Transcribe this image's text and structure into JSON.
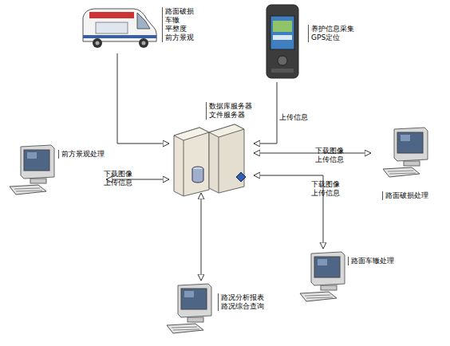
{
  "diagram": {
    "nodes": [
      {
        "text": [
          "路面破损 车辙 平整度 前方景观"
        ]
      },
      {
        "text": [
          "养护信息采集 GPS定位"
        ]
      },
      {
        "text": [
          "数据库服务器 文件服务器"
        ]
      },
      {
        "text": [
          "前方景观处理"
        ]
      },
      {
        "text": [
          "路面破损处理"
        ]
      },
      {
        "text": [
          "路面车辙处理"
        ]
      },
      {
        "text": [
          "路况分析报表 路况综合查询"
        ]
      }
    ],
    "edges": [
      {
        "from": 0,
        "to": 2,
        "arrow": "to"
      },
      {
        "from": 1,
        "to": 2,
        "label": "上传信息",
        "arrow": "to"
      },
      {
        "from": 3,
        "to": 2,
        "label": "下载图像 上传信息",
        "arrow": "both"
      },
      {
        "from": 4,
        "to": 2,
        "label": "下载图像 上传信息",
        "arrow": "both"
      },
      {
        "from": 5,
        "to": 2,
        "label": "下载图像 上传信息",
        "arrow": "both"
      },
      {
        "from": 6,
        "to": 2,
        "arrow": "both"
      }
    ]
  }
}
